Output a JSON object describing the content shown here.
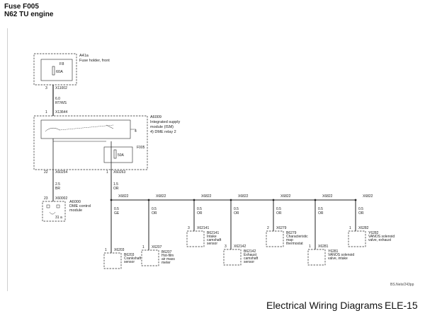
{
  "header": {
    "line1": "Fuse F005",
    "line2": "N62 TU engine"
  },
  "footer": {
    "title": "Electrical Wiring Diagrams",
    "code": "ELE-15"
  },
  "image_ref": "BS.Nels/243pp",
  "fuse_holder": {
    "code": "A41a",
    "name": "Fuse holder, front",
    "fuse": "F8",
    "rating": "60A"
  },
  "top_wire": {
    "pin": "3",
    "connector": "X11002",
    "gauge": "6.0",
    "color": "RT/WS"
  },
  "supply_module": {
    "pin_in": "1",
    "connector_in": "X13644",
    "code": "A6009",
    "name_line1": "Integrated supply",
    "name_line2": "module (ISM)",
    "relay": "4) DME relay 2",
    "relay_pin": "4",
    "fuse_code": "F005",
    "fuse_rating": "50A"
  },
  "left_branch": {
    "pin_top": "22",
    "connector_top": "X60254",
    "gauge": "2.5",
    "color": "BR",
    "pin_dme": "23",
    "connector_dme": "X60002",
    "dme_code": "A6000",
    "dme_name_line1": "DME control",
    "dme_name_line2": "module",
    "dme_inner": "31 a"
  },
  "main_wire": {
    "pin": "1",
    "connector": "X60263",
    "gauge": "1.5",
    "color": "OR"
  },
  "splice_label": "X6822",
  "branches": [
    {
      "gauge": "0.5",
      "color": "GE",
      "pin": "1",
      "connector": "X6203",
      "code": "B6203",
      "name1": "Crankshaft",
      "name2": "sensor",
      "name3": ""
    },
    {
      "gauge": "0.5",
      "color": "OR",
      "pin": "1",
      "connector": "X6207",
      "code": "B6207",
      "name1": "Hot-film",
      "name2": "air mass",
      "name3": "meter"
    },
    {
      "gauge": "0.5",
      "color": "OR",
      "pin": "3",
      "connector": "X62141",
      "code": "B62141",
      "name1": "Intake",
      "name2": "camshaft",
      "name3": "sensor"
    },
    {
      "gauge": "0.5",
      "color": "OR",
      "pin": "3",
      "connector": "X62142",
      "code": "B62142",
      "name1": "Exhaust",
      "name2": "camshaft",
      "name3": "sensor"
    },
    {
      "gauge": "0.5",
      "color": "OR",
      "pin": "2",
      "connector": "X6279",
      "code": "B6279",
      "name1": "Characteristic",
      "name2": "map",
      "name3": "thermostat"
    },
    {
      "gauge": "0.5",
      "color": "OR",
      "pin": "1",
      "connector": "X6281",
      "code": "Y6281",
      "name1": "VANOS solenoid",
      "name2": "valve, intake",
      "name3": ""
    },
    {
      "gauge": "0.5",
      "color": "OR",
      "pin": "1",
      "connector": "X6282",
      "code": "Y6282",
      "name1": "VANOS solenoid",
      "name2": "valve, exhaust",
      "name3": ""
    }
  ]
}
